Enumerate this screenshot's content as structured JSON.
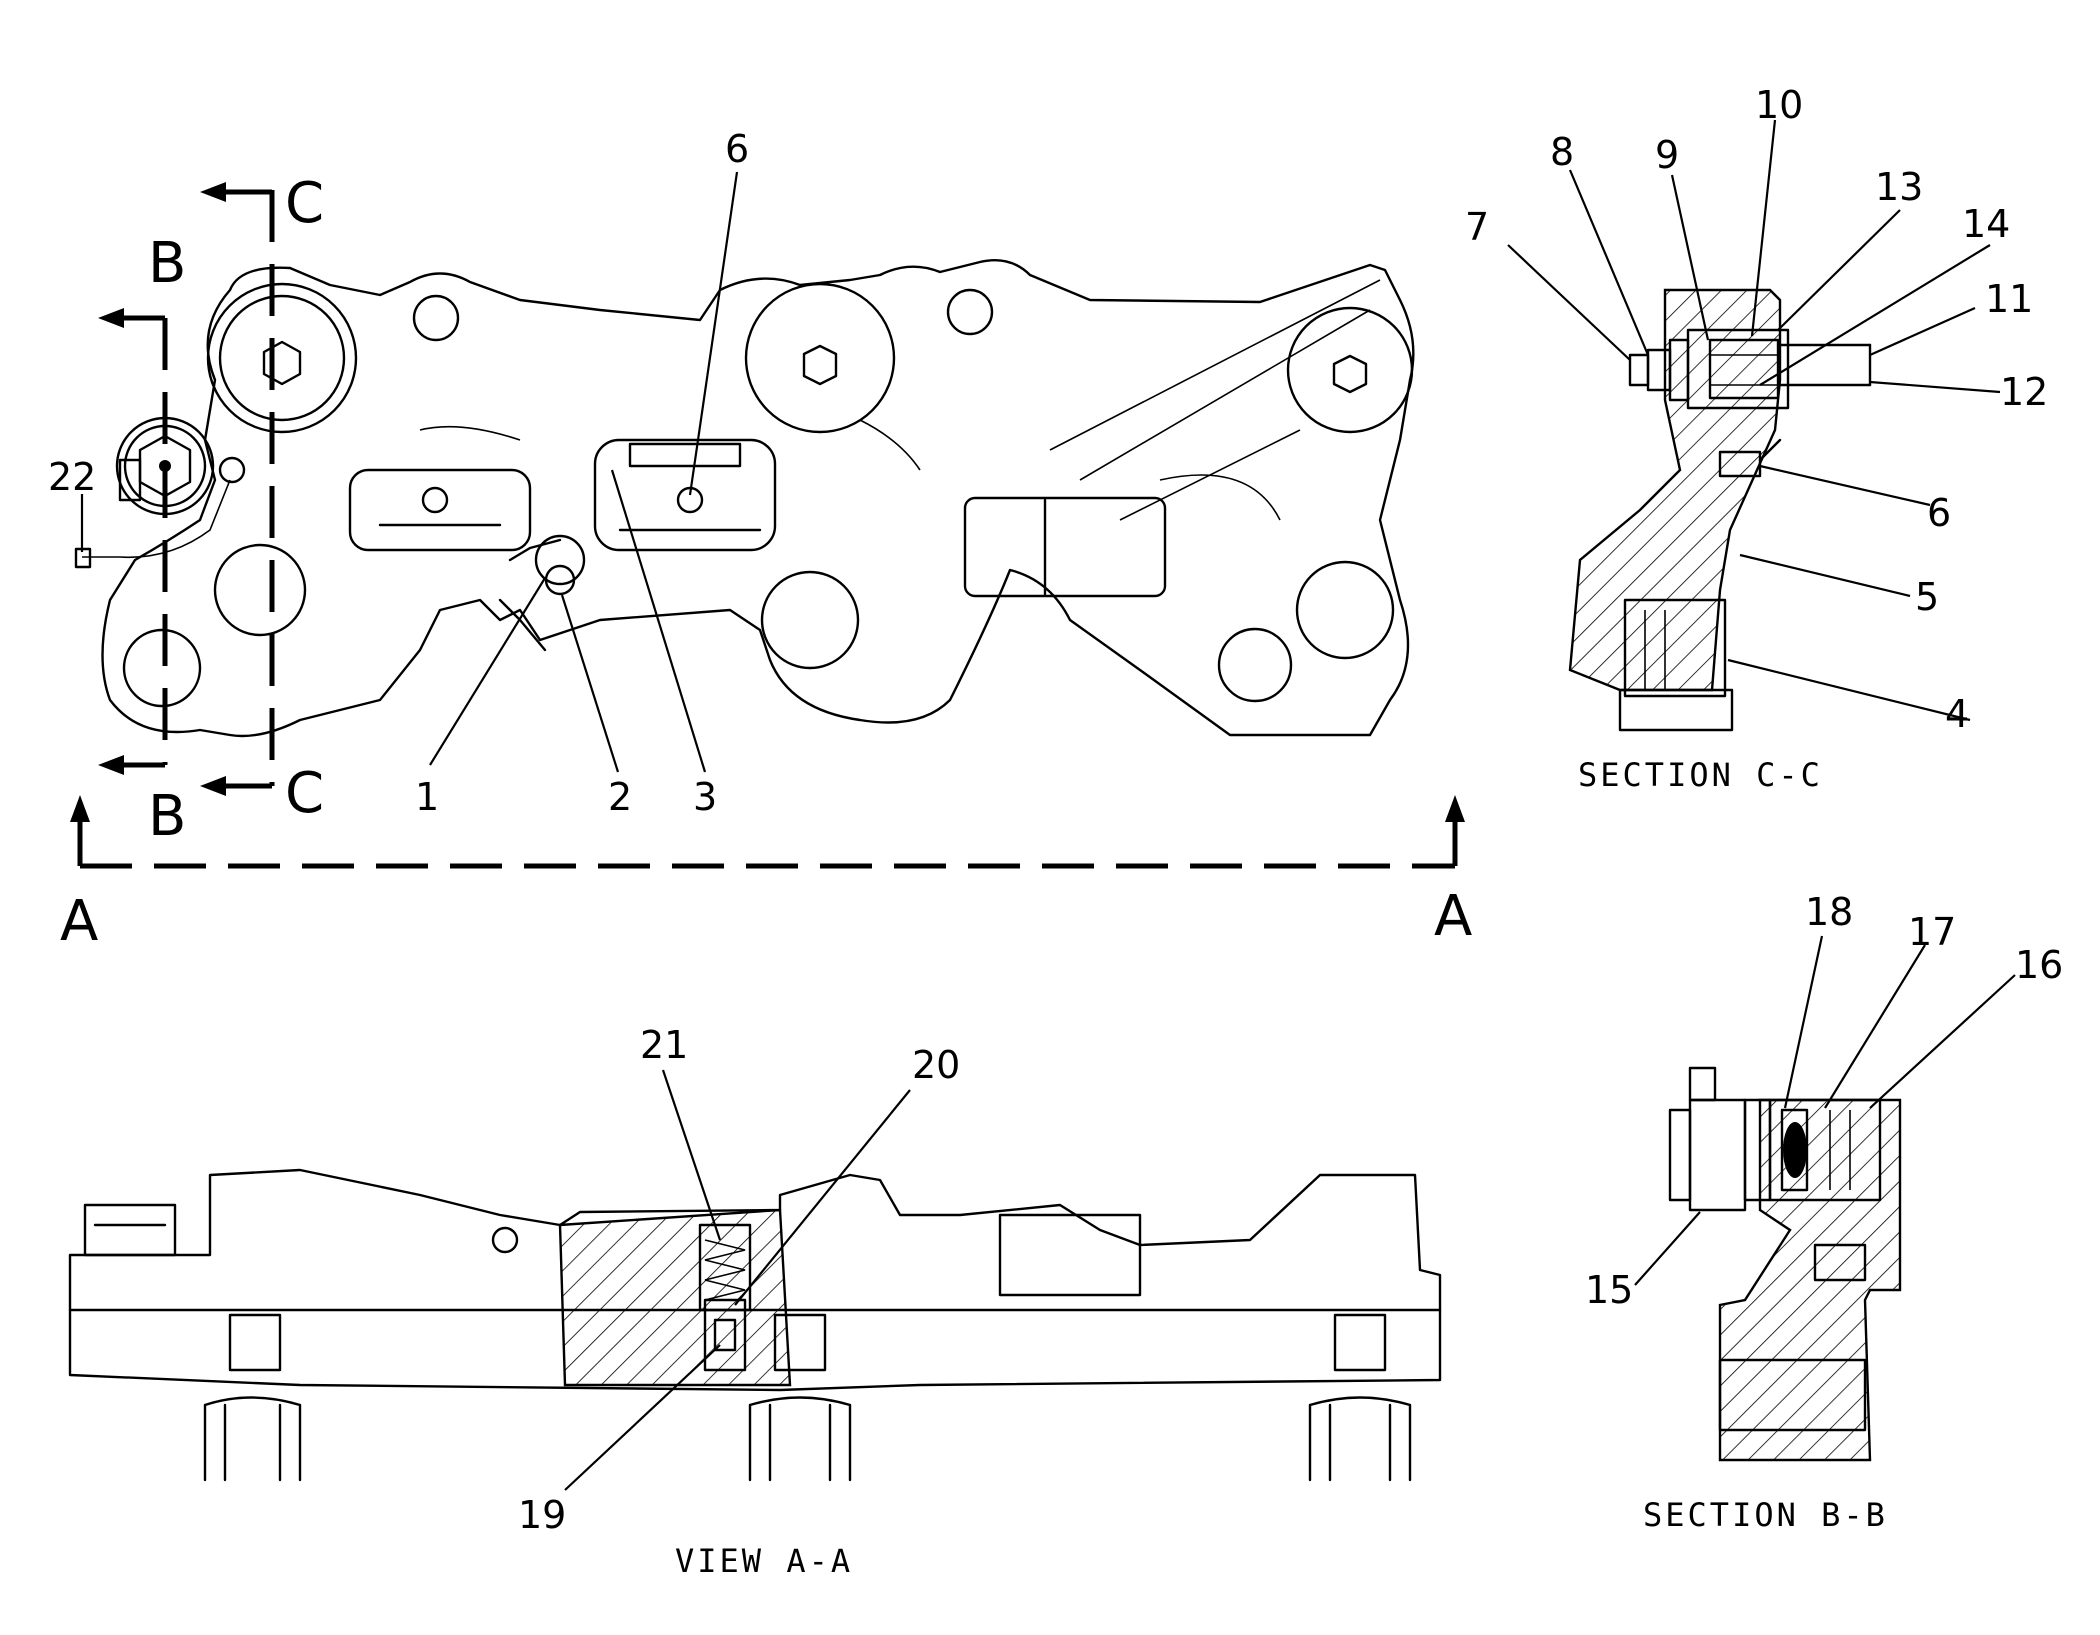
{
  "callouts": {
    "c1": "1",
    "c2": "2",
    "c3": "3",
    "c4": "4",
    "c5": "5",
    "c6a": "6",
    "c6b": "6",
    "c7": "7",
    "c8": "8",
    "c9": "9",
    "c10": "10",
    "c11": "11",
    "c12": "12",
    "c13": "13",
    "c14": "14",
    "c15": "15",
    "c16": "16",
    "c17": "17",
    "c18": "18",
    "c19": "19",
    "c20": "20",
    "c21": "21",
    "c22": "22"
  },
  "section_letters": {
    "c_top": "C",
    "c_bottom": "C",
    "b_top": "B",
    "b_bottom": "B",
    "a_left": "A",
    "a_right": "A"
  },
  "captions": {
    "section_cc": "SECTION C-C",
    "section_bb": "SECTION B-B",
    "view_aa": "VIEW A-A"
  }
}
